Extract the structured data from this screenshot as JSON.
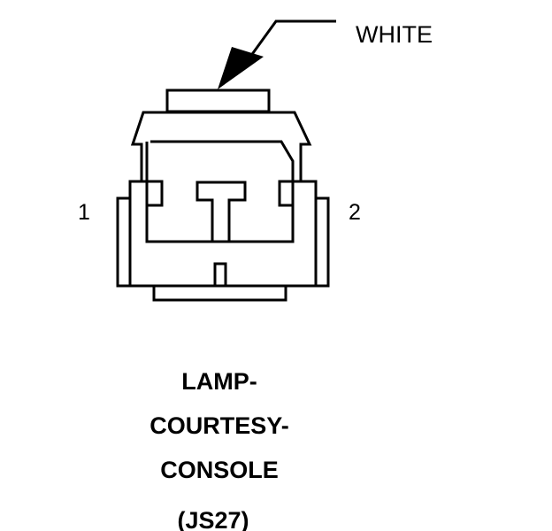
{
  "diagram": {
    "callout_label": "WHITE",
    "pin_left": "1",
    "pin_right": "2",
    "title_lines": [
      "LAMP-",
      "COURTESY-",
      "CONSOLE"
    ],
    "connector_id": "(JS27)",
    "stroke_color": "#000000",
    "background_color": "#ffffff"
  }
}
